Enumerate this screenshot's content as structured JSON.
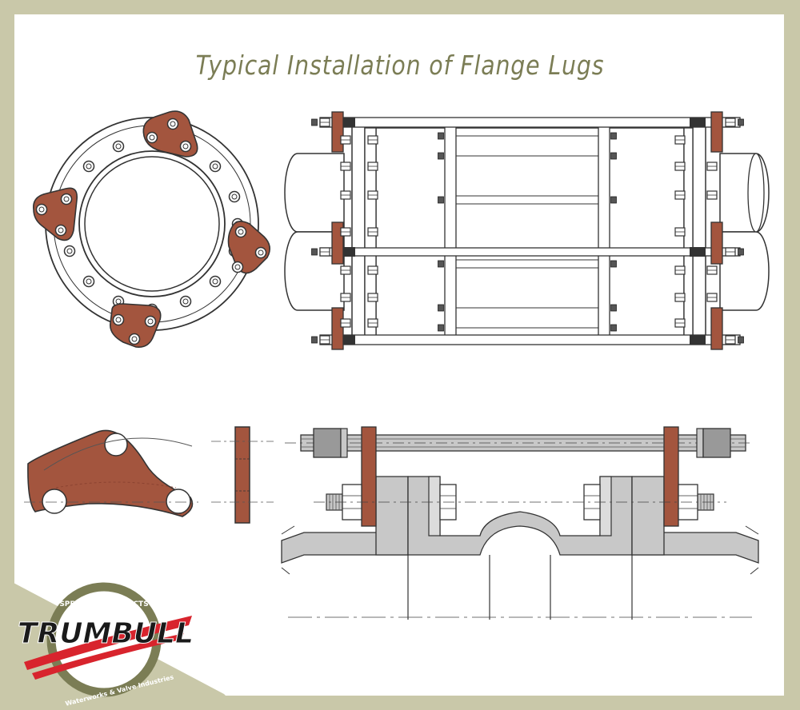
{
  "title": "Typical Installation of Flange Lugs",
  "colors": {
    "background": "#c9c8a9",
    "panel": "#ffffff",
    "title": "#7b7d55",
    "lug": "#a3553e",
    "steel": "#c8c8c8",
    "line": "#333333",
    "logo_red": "#d8242d"
  },
  "logo": {
    "brand": "TRUMBULL",
    "top_text": "SPECIALTY PRODUCTS",
    "bottom_text": "Waterworks & Valve Industries"
  }
}
